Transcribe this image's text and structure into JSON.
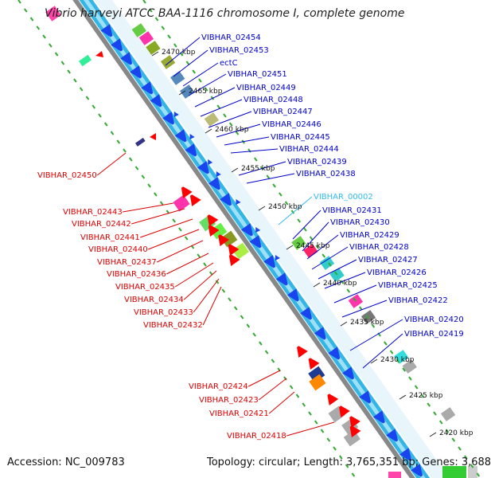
{
  "title": "Vibrio harveyi ATCC BAA-1116 chromosome I, complete genome",
  "footer": {
    "accession": "Accession: NC_009783",
    "topology": "Topology: circular; Length: 3,765,351 bp; Genes: 3,688"
  },
  "colors": {
    "forward_label": "#0000cc",
    "reverse_label": "#dd0000",
    "highlight_label": "#33bbee",
    "backbone": "#888888",
    "cds_track": "#33b5e5",
    "forward_gene": "#1a44ee",
    "reverse_gene": "#ff0000",
    "tick_dots": "#33aa33"
  },
  "ruler": [
    "2470 kbp",
    "2465 kbp",
    "2460 kbp",
    "2455 kbp",
    "2450 kbp",
    "2445 kbp",
    "2440 kbp",
    "2435 kbp",
    "2430 kbp",
    "2425 kbp",
    "2420 kbp"
  ],
  "forward_genes": [
    "VIBHAR_02454",
    "VIBHAR_02453",
    "ectC",
    "VIBHAR_02451",
    "VIBHAR_02449",
    "VIBHAR_02448",
    "VIBHAR_02447",
    "VIBHAR_02446",
    "VIBHAR_02445",
    "VIBHAR_02444",
    "VIBHAR_02439",
    "VIBHAR_02438",
    "VIBHAR_00002",
    "VIBHAR_02431",
    "VIBHAR_02430",
    "VIBHAR_02429",
    "VIBHAR_02428",
    "VIBHAR_02427",
    "VIBHAR_02426",
    "VIBHAR_02425",
    "VIBHAR_02422",
    "VIBHAR_02420",
    "VIBHAR_02419"
  ],
  "reverse_genes": [
    "VIBHAR_02450",
    "VIBHAR_02443",
    "VIBHAR_02442",
    "VIBHAR_02441",
    "VIBHAR_02440",
    "VIBHAR_02437",
    "VIBHAR_02436",
    "VIBHAR_02435",
    "VIBHAR_02434",
    "VIBHAR_02433",
    "VIBHAR_02432",
    "VIBHAR_02424",
    "VIBHAR_02423",
    "VIBHAR_02421",
    "VIBHAR_02418"
  ]
}
